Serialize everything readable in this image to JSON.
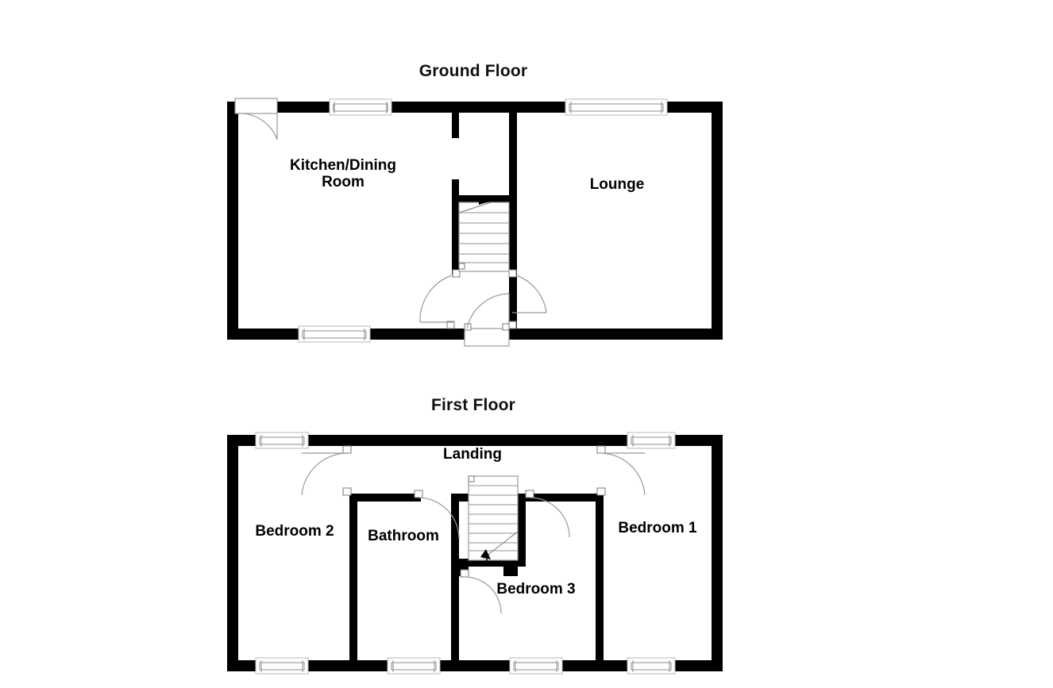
{
  "document": {
    "type": "floor-plan",
    "background_color": "#ffffff",
    "line_color": "#000000"
  },
  "floors": [
    {
      "id": "ground",
      "title": "Ground Floor",
      "rooms": [
        {
          "name": "Kitchen/Dining Room",
          "label_line1": "Kitchen/Dining",
          "label_line2": "Room"
        },
        {
          "name": "Lounge",
          "label_line1": "Lounge",
          "label_line2": ""
        }
      ],
      "features": {
        "windows": 3,
        "doors": 4,
        "staircase": true
      }
    },
    {
      "id": "first",
      "title": "First Floor",
      "rooms": [
        {
          "name": "Landing",
          "label_line1": "Landing",
          "label_line2": ""
        },
        {
          "name": "Bedroom 2",
          "label_line1": "Bedroom 2",
          "label_line2": ""
        },
        {
          "name": "Bathroom",
          "label_line1": "Bathroom",
          "label_line2": ""
        },
        {
          "name": "Bedroom 3",
          "label_line1": "Bedroom 3",
          "label_line2": ""
        },
        {
          "name": "Bedroom 1",
          "label_line1": "Bedroom 1",
          "label_line2": ""
        }
      ],
      "features": {
        "windows": 6,
        "doors": 4,
        "staircase": true
      }
    }
  ],
  "labels": {
    "ground_title": "Ground Floor",
    "first_title": "First Floor",
    "kitchen_dining_l1": "Kitchen/Dining",
    "kitchen_dining_l2": "Room",
    "lounge": "Lounge",
    "landing": "Landing",
    "bedroom2": "Bedroom 2",
    "bathroom": "Bathroom",
    "bedroom3": "Bedroom 3",
    "bedroom1": "Bedroom 1"
  }
}
